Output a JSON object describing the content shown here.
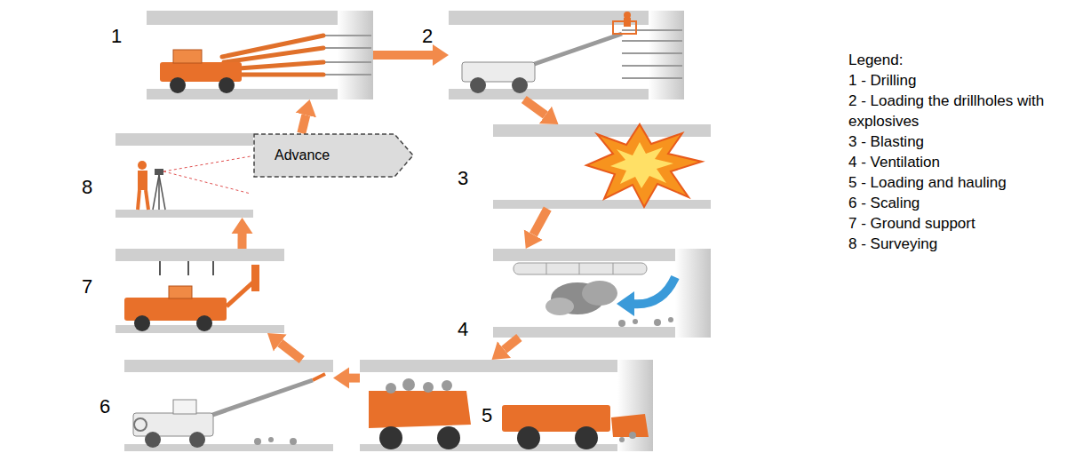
{
  "diagram": {
    "nodes": [
      {
        "text": [
          "1"
        ]
      },
      {
        "text": [
          "2"
        ]
      },
      {
        "text": [
          "3"
        ]
      },
      {
        "text": [
          "4"
        ]
      },
      {
        "text": [
          "5"
        ]
      },
      {
        "text": [
          "6"
        ]
      },
      {
        "text": [
          "7"
        ]
      },
      {
        "text": [
          "8"
        ]
      },
      {
        "text": [
          "Advance"
        ]
      }
    ],
    "edges": [
      {
        "from": 0,
        "to": 1,
        "arrow": "to"
      },
      {
        "from": 1,
        "to": 2,
        "arrow": "to"
      },
      {
        "from": 2,
        "to": 3,
        "arrow": "to"
      },
      {
        "from": 3,
        "to": 4,
        "arrow": "to"
      },
      {
        "from": 4,
        "to": 5,
        "arrow": "to"
      },
      {
        "from": 5,
        "to": 6,
        "arrow": "to"
      },
      {
        "from": 6,
        "to": 7,
        "arrow": "to"
      },
      {
        "from": 8,
        "to": 0,
        "arrow": "to"
      }
    ],
    "labels": [
      "Legend:"
    ],
    "legend": [
      {
        "text": "1 - Drilling"
      },
      {
        "text": "2 - Loading the drillholes with explosives"
      },
      {
        "text": "3 - Blasting"
      },
      {
        "text": "4 - Ventilation"
      },
      {
        "text": "5 - Loading and hauling"
      },
      {
        "text": "6 - Scaling"
      },
      {
        "text": "7 - Ground support"
      },
      {
        "text": "8 - Surveying"
      }
    ]
  }
}
